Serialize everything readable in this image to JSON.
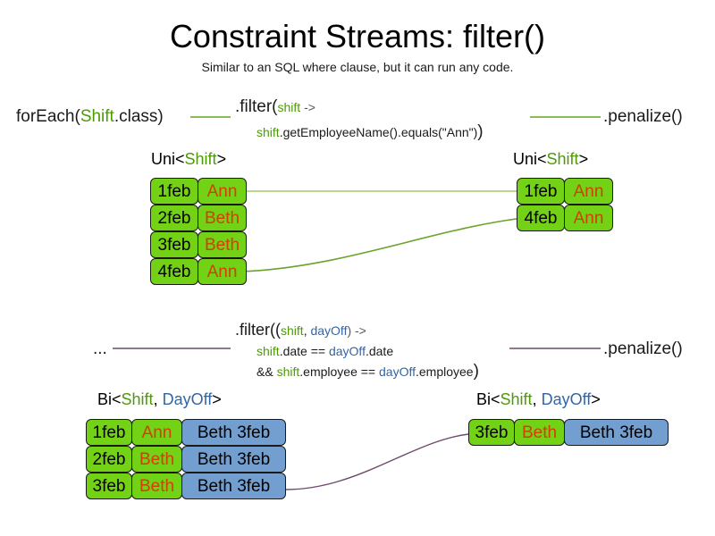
{
  "title": "Constraint Streams: filter()",
  "subtitle": "Similar to an SQL where clause, but it can run any code.",
  "colors": {
    "shift_green": "#4d9a06",
    "dayoff_blue": "#3465a4",
    "card_green": "#73d216",
    "card_blue": "#729fcf",
    "name_orange": "#d04000",
    "link_green": "#77b33b",
    "link_purple": "#6d4a6d",
    "text_black": "#1a1a1a"
  },
  "section1": {
    "source_label": {
      "prefix": "forEach(",
      "type": "Shift",
      "suffix": ".class)"
    },
    "filter": {
      "line1_prefix": ".filter(",
      "line1_param": "shift",
      "line1_suffix": " ->",
      "line2_param": "shift",
      "line2_body": ".getEmployeeName().equals(\"Ann\")",
      "line2_close": ")"
    },
    "sink_label": ".penalize()",
    "left_stream": {
      "type_label_prefix": "Uni<",
      "type_label_generic": "Shift",
      "type_label_suffix": ">",
      "rows": [
        {
          "date": "1feb",
          "name": "Ann"
        },
        {
          "date": "2feb",
          "name": "Beth"
        },
        {
          "date": "3feb",
          "name": "Beth"
        },
        {
          "date": "4feb",
          "name": "Ann"
        }
      ]
    },
    "right_stream": {
      "type_label_prefix": "Uni<",
      "type_label_generic": "Shift",
      "type_label_suffix": ">",
      "rows": [
        {
          "date": "1feb",
          "name": "Ann"
        },
        {
          "date": "4feb",
          "name": "Ann"
        }
      ]
    }
  },
  "section2": {
    "source_label": "...",
    "filter": {
      "line1_prefix": ".filter((",
      "line1_param_a": "shift",
      "line1_comma": ", ",
      "line1_param_b": "dayOff",
      "line1_suffix": ") ->",
      "line2_a": "shift",
      "line2_a_tail": ".date == ",
      "line2_b": "dayOff",
      "line2_b_tail": ".date",
      "line3_amp": "&& ",
      "line3_a": "shift",
      "line3_a_tail": ".employee == ",
      "line3_b": "dayOff",
      "line3_b_tail": ".employee",
      "line3_close": ")"
    },
    "sink_label": ".penalize()",
    "left_stream": {
      "type_label_prefix": "Bi<",
      "type_label_generic_a": "Shift",
      "type_label_comma": ", ",
      "type_label_generic_b": "DayOff",
      "type_label_suffix": ">",
      "rows": [
        {
          "date": "1feb",
          "name": "Ann",
          "dayoff": "Beth 3feb"
        },
        {
          "date": "2feb",
          "name": "Beth",
          "dayoff": "Beth 3feb"
        },
        {
          "date": "3feb",
          "name": "Beth",
          "dayoff": "Beth 3feb"
        }
      ]
    },
    "right_stream": {
      "type_label_prefix": "Bi<",
      "type_label_generic_a": "Shift",
      "type_label_comma": ", ",
      "type_label_generic_b": "DayOff",
      "type_label_suffix": ">",
      "rows": [
        {
          "date": "3feb",
          "name": "Beth",
          "dayoff": "Beth 3feb"
        }
      ]
    }
  }
}
